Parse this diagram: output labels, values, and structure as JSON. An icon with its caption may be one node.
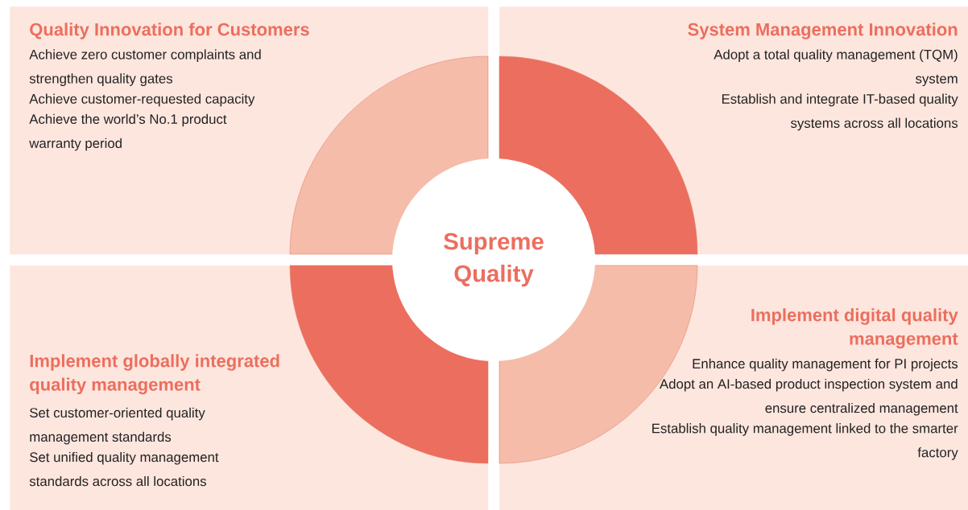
{
  "diagram": {
    "nodes": [
      {
        "text": [
          "Quality Innovation for Customers",
          "Achieve zero customer complaints and strengthen quality gates",
          "Achieve customer-requested capacity",
          "Achieve the world’s No.1 product warranty period"
        ]
      },
      {
        "text": [
          "System Management Innovation",
          "Adopt a total quality management (TQM) system",
          "Establish and integrate IT-based quality systems across all locations"
        ]
      },
      {
        "text": [
          "Implement globally integrated quality management",
          "Set customer-oriented quality management standards",
          "Set unified quality management standards across all locations"
        ]
      },
      {
        "text": [
          "Implement digital quality management",
          "Enhance quality management for PI projects",
          "Adopt an AI-based product inspection system and ensure centralized management",
          "Establish quality management linked to the smarter factory"
        ]
      },
      {
        "text": [
          "Supreme Quality"
        ]
      }
    ]
  }
}
